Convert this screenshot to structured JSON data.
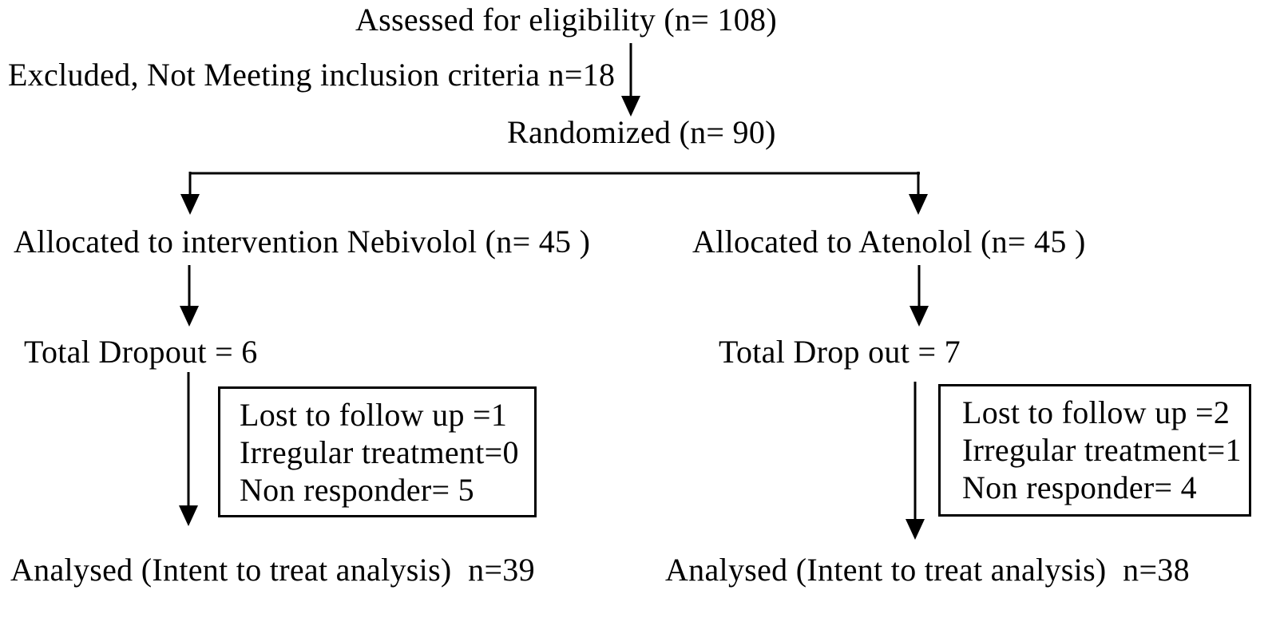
{
  "flow": {
    "assessed": "Assessed for eligibility (n= 108)",
    "excluded": "Excluded, Not Meeting inclusion criteria n=18",
    "randomized": "Randomized (n= 90)",
    "left_arm": {
      "allocated": "Allocated to intervention Nebivolol (n= 45 )",
      "dropout": "Total Dropout = 6",
      "box_lines": [
        "Lost to follow up =1",
        "Irregular treatment=0",
        "Non responder= 5"
      ],
      "analysed": "Analysed (Intent to treat analysis)  n=39"
    },
    "right_arm": {
      "allocated": "Allocated to Atenolol (n= 45 )",
      "dropout": "Total Drop out = 7",
      "box_lines": [
        "Lost to follow up =2",
        "Irregular treatment=1",
        "Non responder= 4"
      ],
      "analysed": "Analysed (Intent to treat analysis)  n=38"
    },
    "colors": {
      "ink": "#000000",
      "background": "#ffffff"
    }
  }
}
